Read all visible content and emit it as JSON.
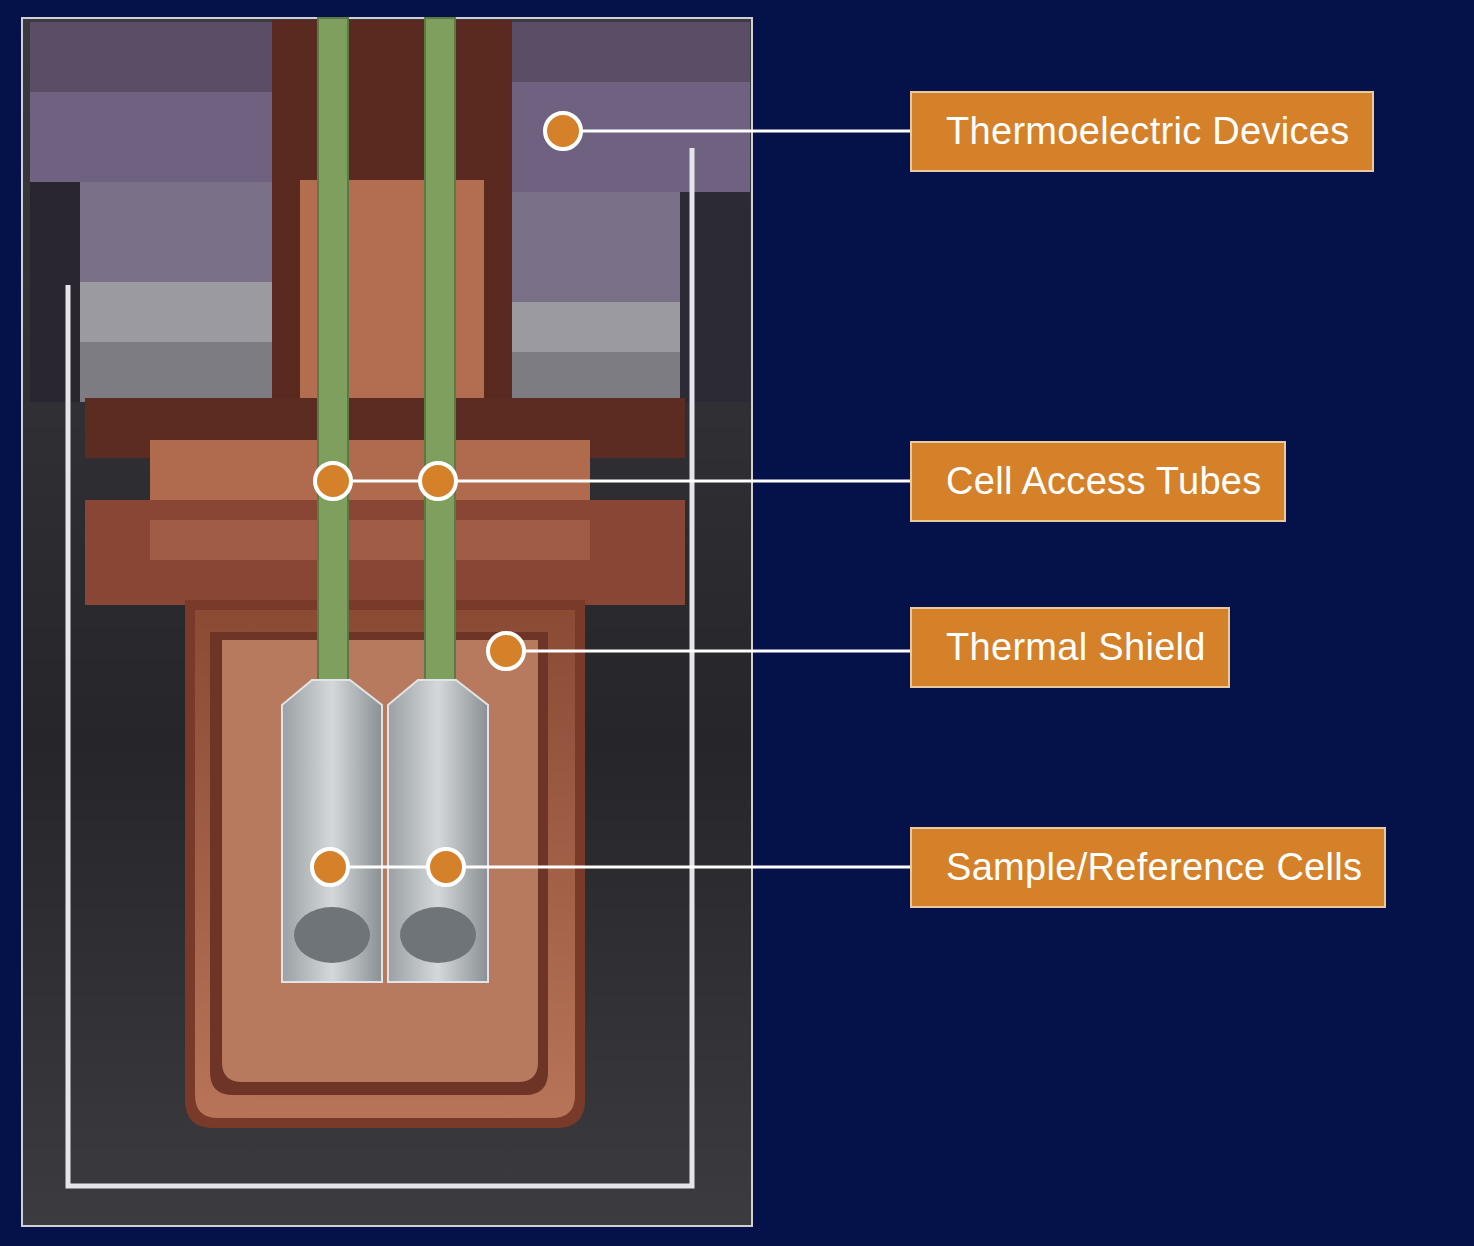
{
  "diagram": {
    "nodes": [
      {
        "text": [
          "Thermoelectric Devices"
        ]
      },
      {
        "text": [
          "Cell Access Tubes"
        ]
      },
      {
        "text": [
          "Thermal Shield"
        ]
      },
      {
        "text": [
          "Sample/Reference Cells"
        ]
      }
    ]
  }
}
